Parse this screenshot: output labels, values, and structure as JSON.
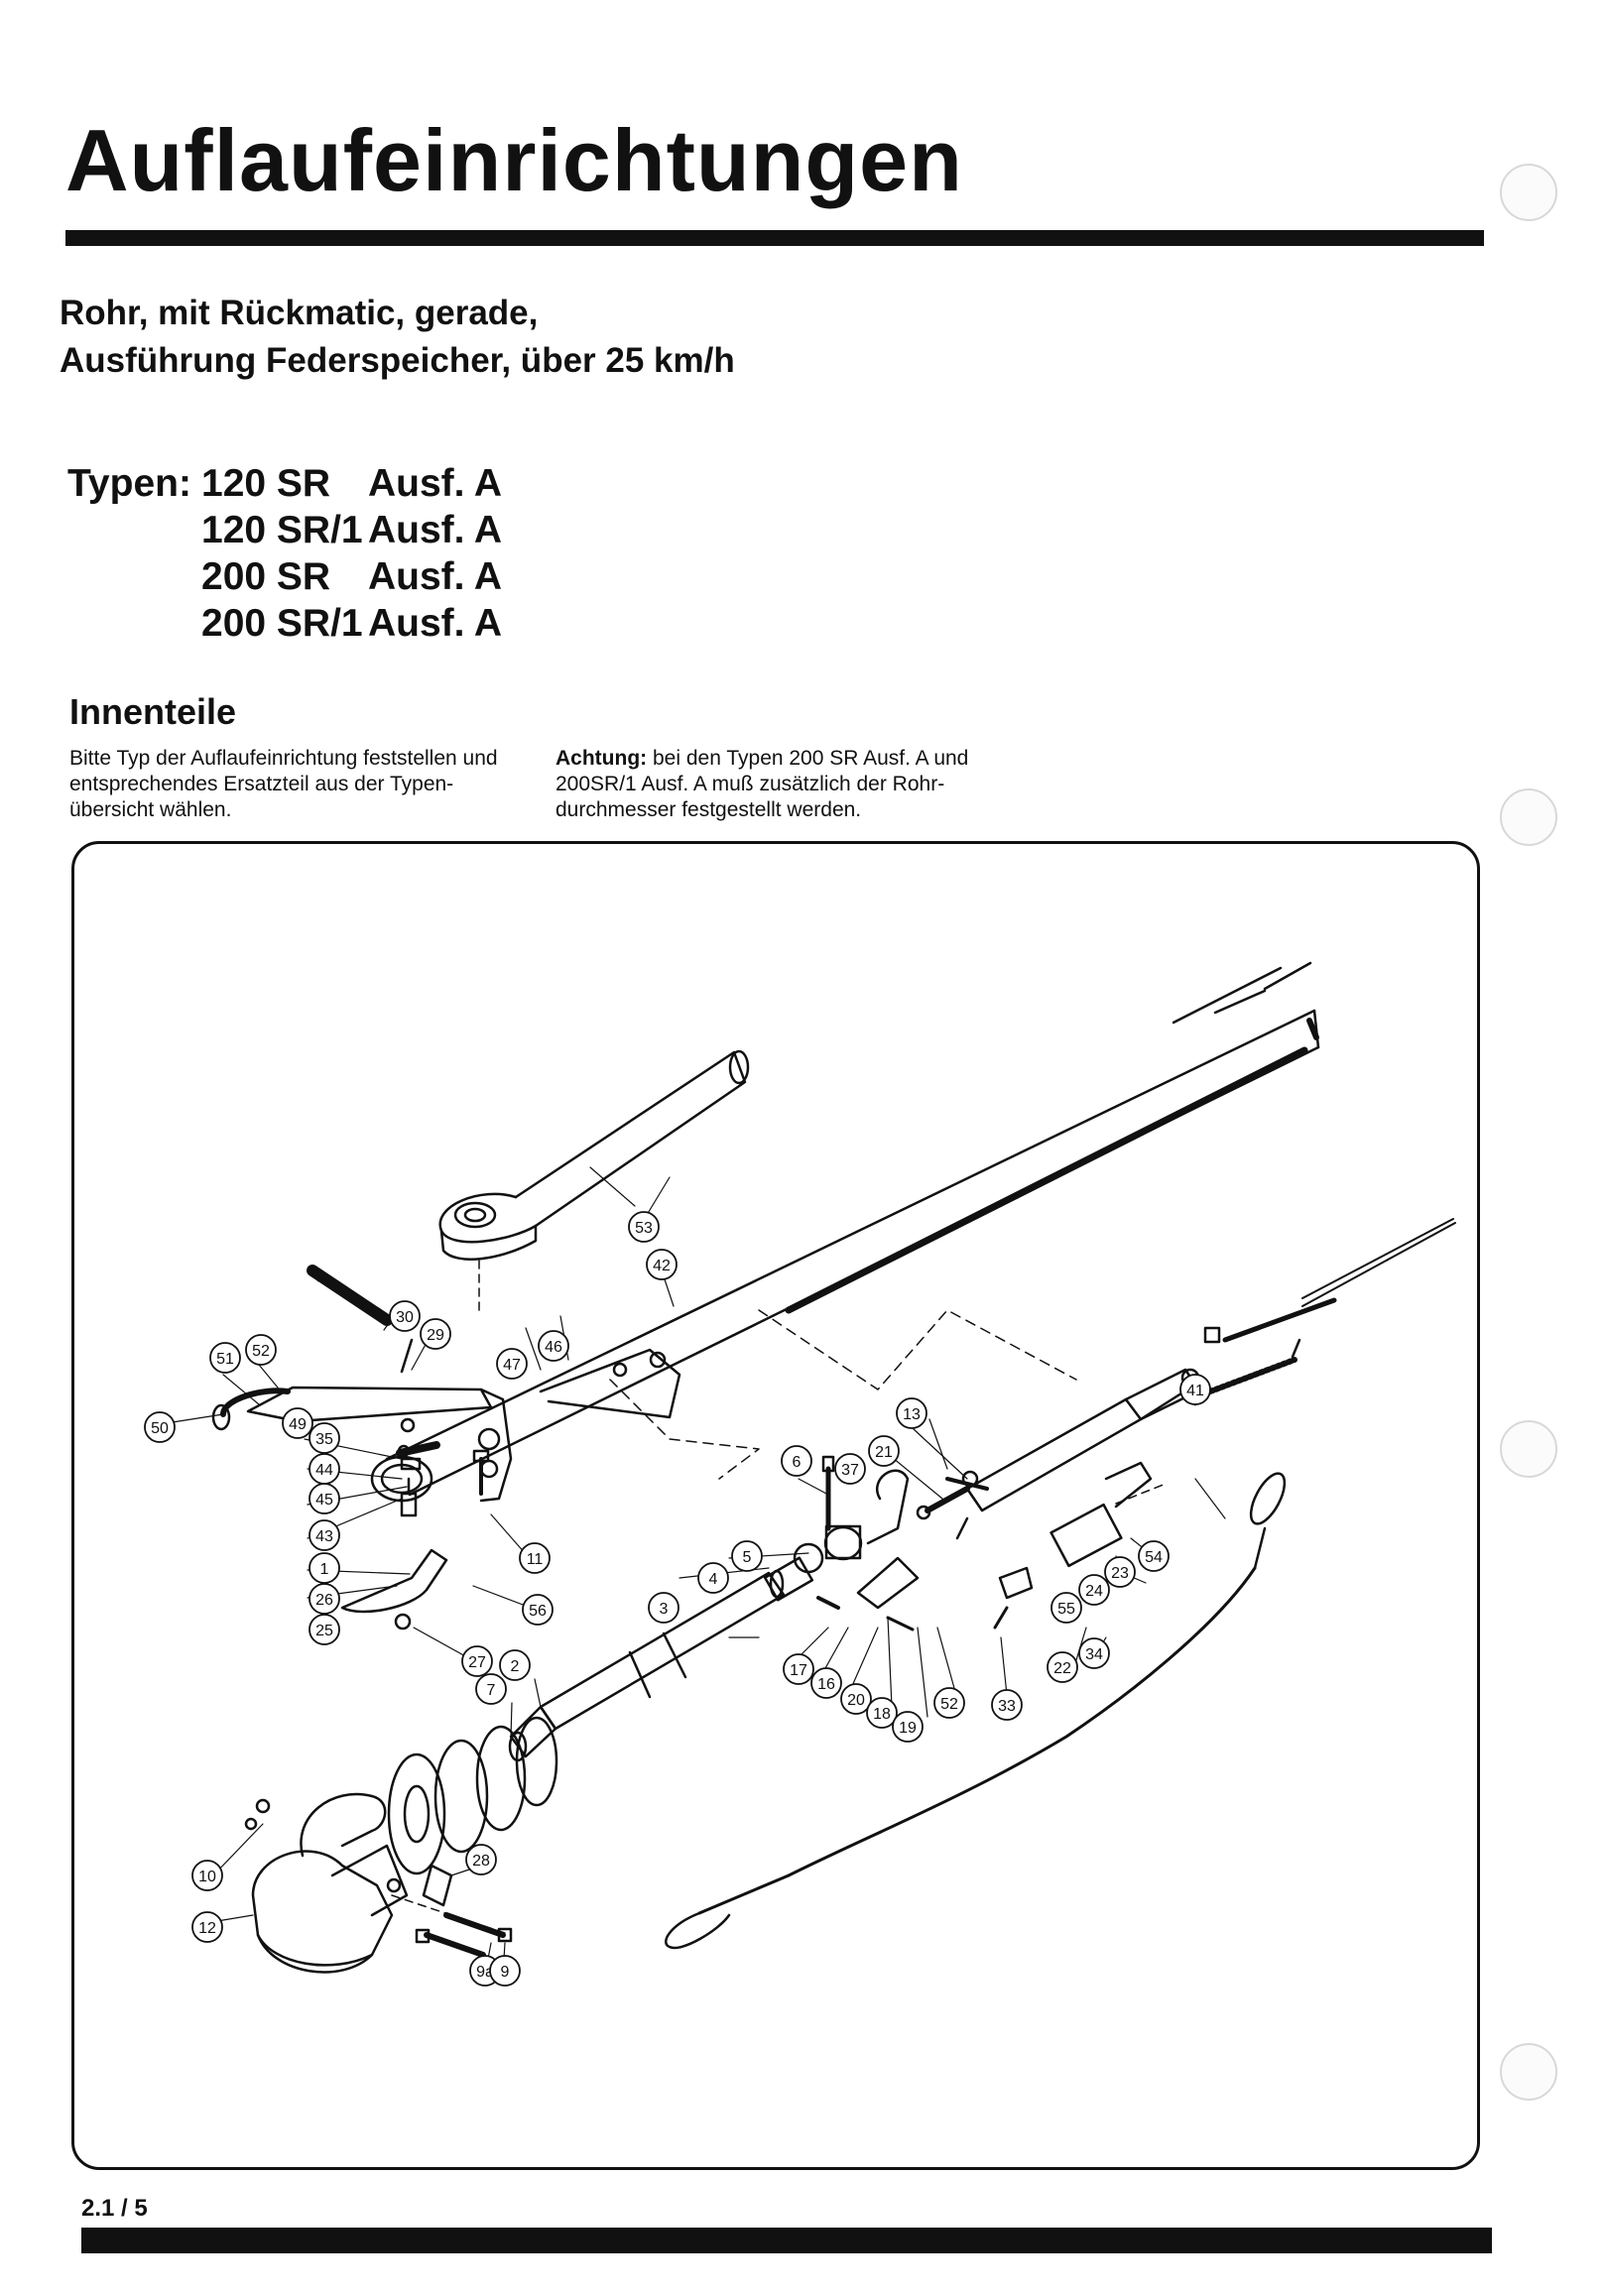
{
  "header": {
    "title": "Auflaufeinrichtungen",
    "subtitle_lines": [
      "Rohr, mit Rückmatic, gerade,",
      "Ausführung Federspeicher, über 25 km/h"
    ]
  },
  "types": {
    "label": "Typen:",
    "rows": [
      {
        "model": "120 SR",
        "variant": "Ausf. A"
      },
      {
        "model": "120 SR/1",
        "variant": "Ausf. A"
      },
      {
        "model": "200 SR",
        "variant": "Ausf. A"
      },
      {
        "model": "200 SR/1",
        "variant": "Ausf. A"
      }
    ]
  },
  "section": {
    "heading": "Innenteile",
    "left_note": "Bitte Typ der Auflaufeinrichtung feststellen und entsprechendes Ersatzteil aus der Typen-übersicht wählen.",
    "right_note_label": "Achtung:",
    "right_note_text": " bei den Typen 200 SR Ausf. A und 200SR/1 Ausf. A  muß zusätzlich der Rohr-durchmesser festgestellt werden."
  },
  "diagram": {
    "part_numbers": [
      "53",
      "42",
      "30",
      "29",
      "51",
      "52",
      "47",
      "46",
      "50",
      "49",
      "35",
      "44",
      "45",
      "43",
      "1",
      "26",
      "25",
      "11",
      "56",
      "27",
      "6",
      "5",
      "4",
      "3",
      "2",
      "7",
      "17",
      "16",
      "20",
      "18",
      "19",
      "52",
      "33",
      "13",
      "21",
      "37",
      "41",
      "24",
      "23",
      "54",
      "55",
      "22",
      "34",
      "10",
      "12",
      "28",
      "9a",
      "9"
    ]
  },
  "footer": {
    "page_number": "2.1 / 5"
  },
  "colors": {
    "ink": "#111111",
    "paper": "#ffffff"
  }
}
